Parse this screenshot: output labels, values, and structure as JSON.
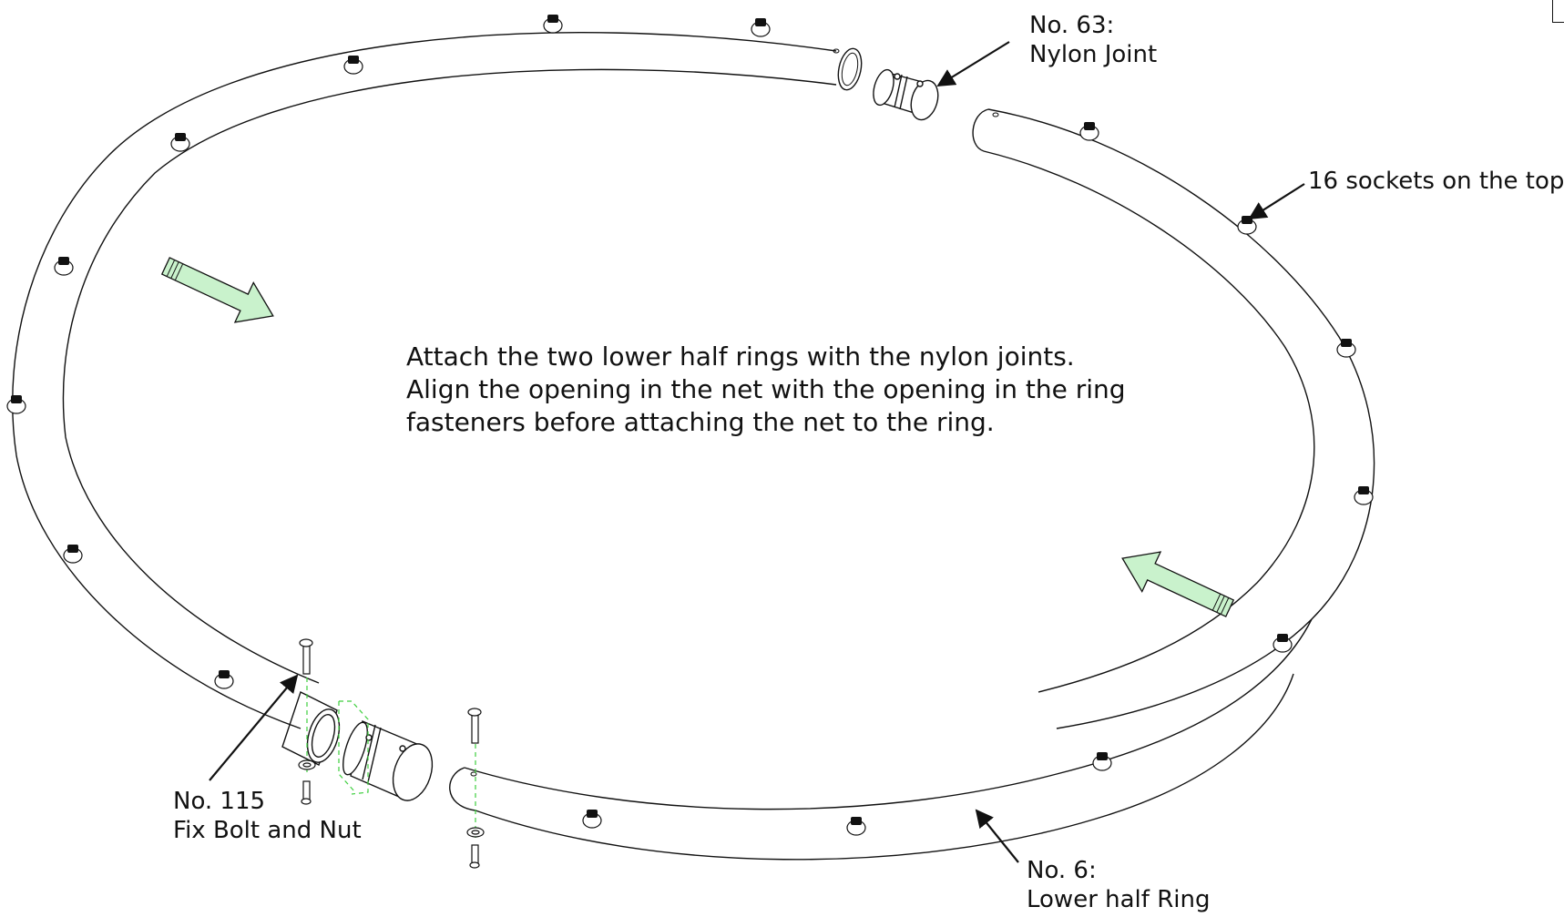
{
  "labels": {
    "nylon_joint": {
      "number": "No. 63:",
      "name": "Nylon Joint"
    },
    "sockets": {
      "text": "16 sockets on the top"
    },
    "fix_bolt": {
      "number": "No. 115",
      "name": "Fix Bolt and Nut"
    },
    "lower_ring": {
      "number": "No. 6:",
      "name": "Lower half Ring"
    }
  },
  "instructions": [
    "Attach the two lower half rings with the nylon joints.",
    "Align the opening in the net with the opening in the ring",
    "fasteners before attaching the net to the ring."
  ],
  "colors": {
    "line": "#111111",
    "arrow_fill": "#c9f2cc",
    "guide_dash": "#3ecf3e"
  },
  "icons": [
    "push-arrow-icon",
    "pointer-arrow-icon",
    "socket-icon",
    "bolt-icon",
    "washer-icon"
  ]
}
